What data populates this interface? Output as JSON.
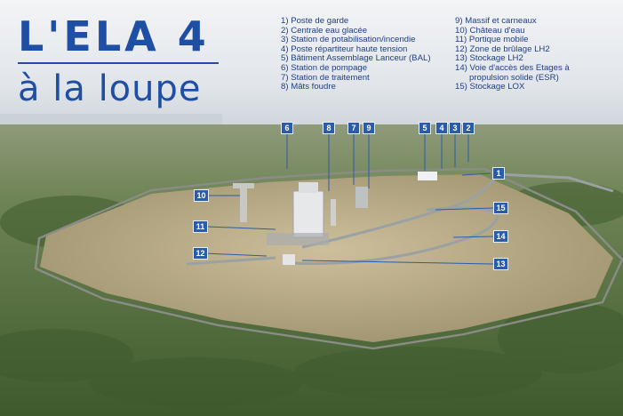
{
  "title": {
    "line1": "L'ELA 4",
    "line2": "à la loupe"
  },
  "legend": {
    "col1": [
      "1) Poste de garde",
      "2) Centrale eau glacée",
      "3) Station de potabilisation/incendie",
      "4) Poste répartiteur haute tension",
      "5) Bâtiment Assemblage Lanceur (BAL)",
      "6) Station de pompage",
      "7) Station de traitement",
      "8) Mâts foudre"
    ],
    "col2": [
      "9) Massif et carneaux",
      "10) Château d'eau",
      "11) Portique mobile",
      "12) Zone de brûlage LH2",
      "13) Stockage LH2",
      "14) Voie d'accès des Etages à",
      "      propulsion solide (ESR)",
      "15) Stockage LOX"
    ]
  },
  "markers": [
    "1",
    "2",
    "3",
    "4",
    "5",
    "6",
    "7",
    "8",
    "9",
    "10",
    "11",
    "12",
    "13",
    "14",
    "15"
  ],
  "colors": {
    "accent": "#1f4fa5",
    "badge": "#2a5caa",
    "pad": "#b3a88a",
    "forest": "#4f6a3a"
  }
}
